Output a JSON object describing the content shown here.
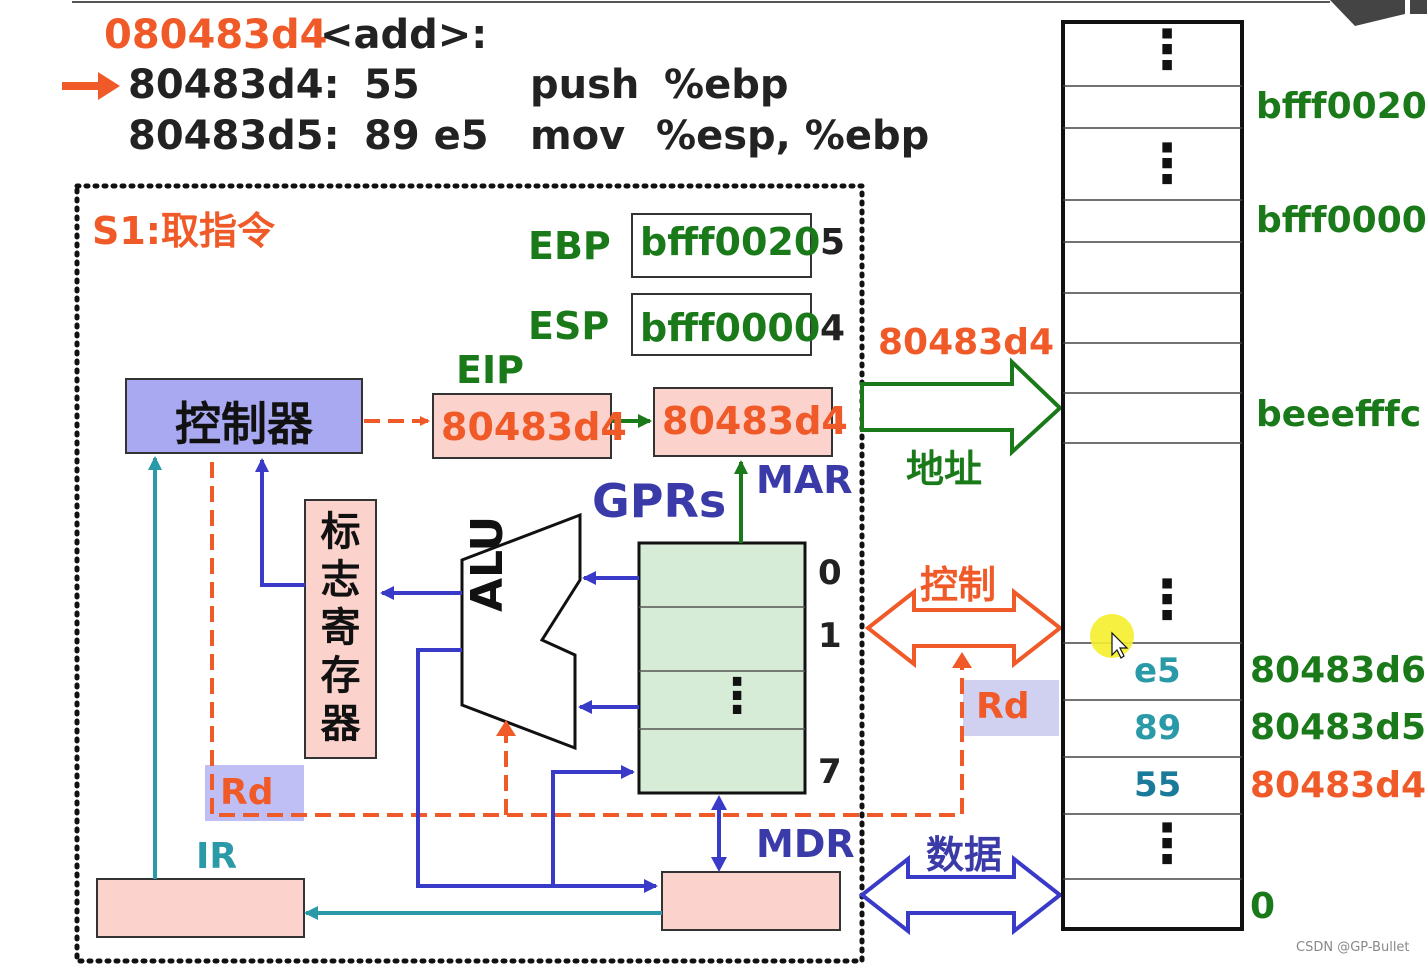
{
  "code": {
    "func_addr": "080483d4",
    "func_name": "<add>:",
    "lines": [
      {
        "addr": "80483d4:",
        "bytes": "55",
        "op": "push",
        "args": "%ebp"
      },
      {
        "addr": "80483d5:",
        "bytes": "89 e5",
        "op": "mov",
        "args": "%esp, %ebp"
      }
    ]
  },
  "step_title": "S1:取指令",
  "regs": {
    "ebp_label": "EBP",
    "ebp_value": "bfff0020",
    "ebp_num": "5",
    "esp_label": "ESP",
    "esp_value": "bfff0000",
    "esp_num": "4",
    "eip_label": "EIP",
    "eip_value": "80483d4",
    "mar_value": "80483d4",
    "mar_label": "MAR",
    "gprs_label": "GPRs",
    "gpr_index_0": "0",
    "gpr_index_1": "1",
    "gpr_index_7": "7",
    "gpr_dots": "⋮",
    "mdr_label": "MDR",
    "ir_label": "IR",
    "flags_label": "标志寄存器",
    "alu_label": "ALU",
    "controller_label": "控制器",
    "rd_left": "Rd",
    "rd_right": "Rd"
  },
  "bus": {
    "address_value": "80483d4",
    "address_label": "地址",
    "control_label": "控制",
    "data_label": "数据"
  },
  "memory": {
    "dots": "⋮",
    "cells": [
      "e5",
      "89",
      "55"
    ],
    "addresses": [
      "bfff0020",
      "bfff0000",
      "beeefffc",
      "80483d6",
      "80483d5",
      "80483d4",
      "0"
    ]
  },
  "colors": {
    "orange": "#f05a28",
    "green": "#1a7a1a",
    "navy": "#3a3aa8",
    "teal": "#2a9aa8",
    "pink": "#fcd3cc",
    "lightgreen": "#d6ecd6",
    "lavender": "#a9a9f2"
  },
  "watermark": "CSDN @GP-Bullet"
}
